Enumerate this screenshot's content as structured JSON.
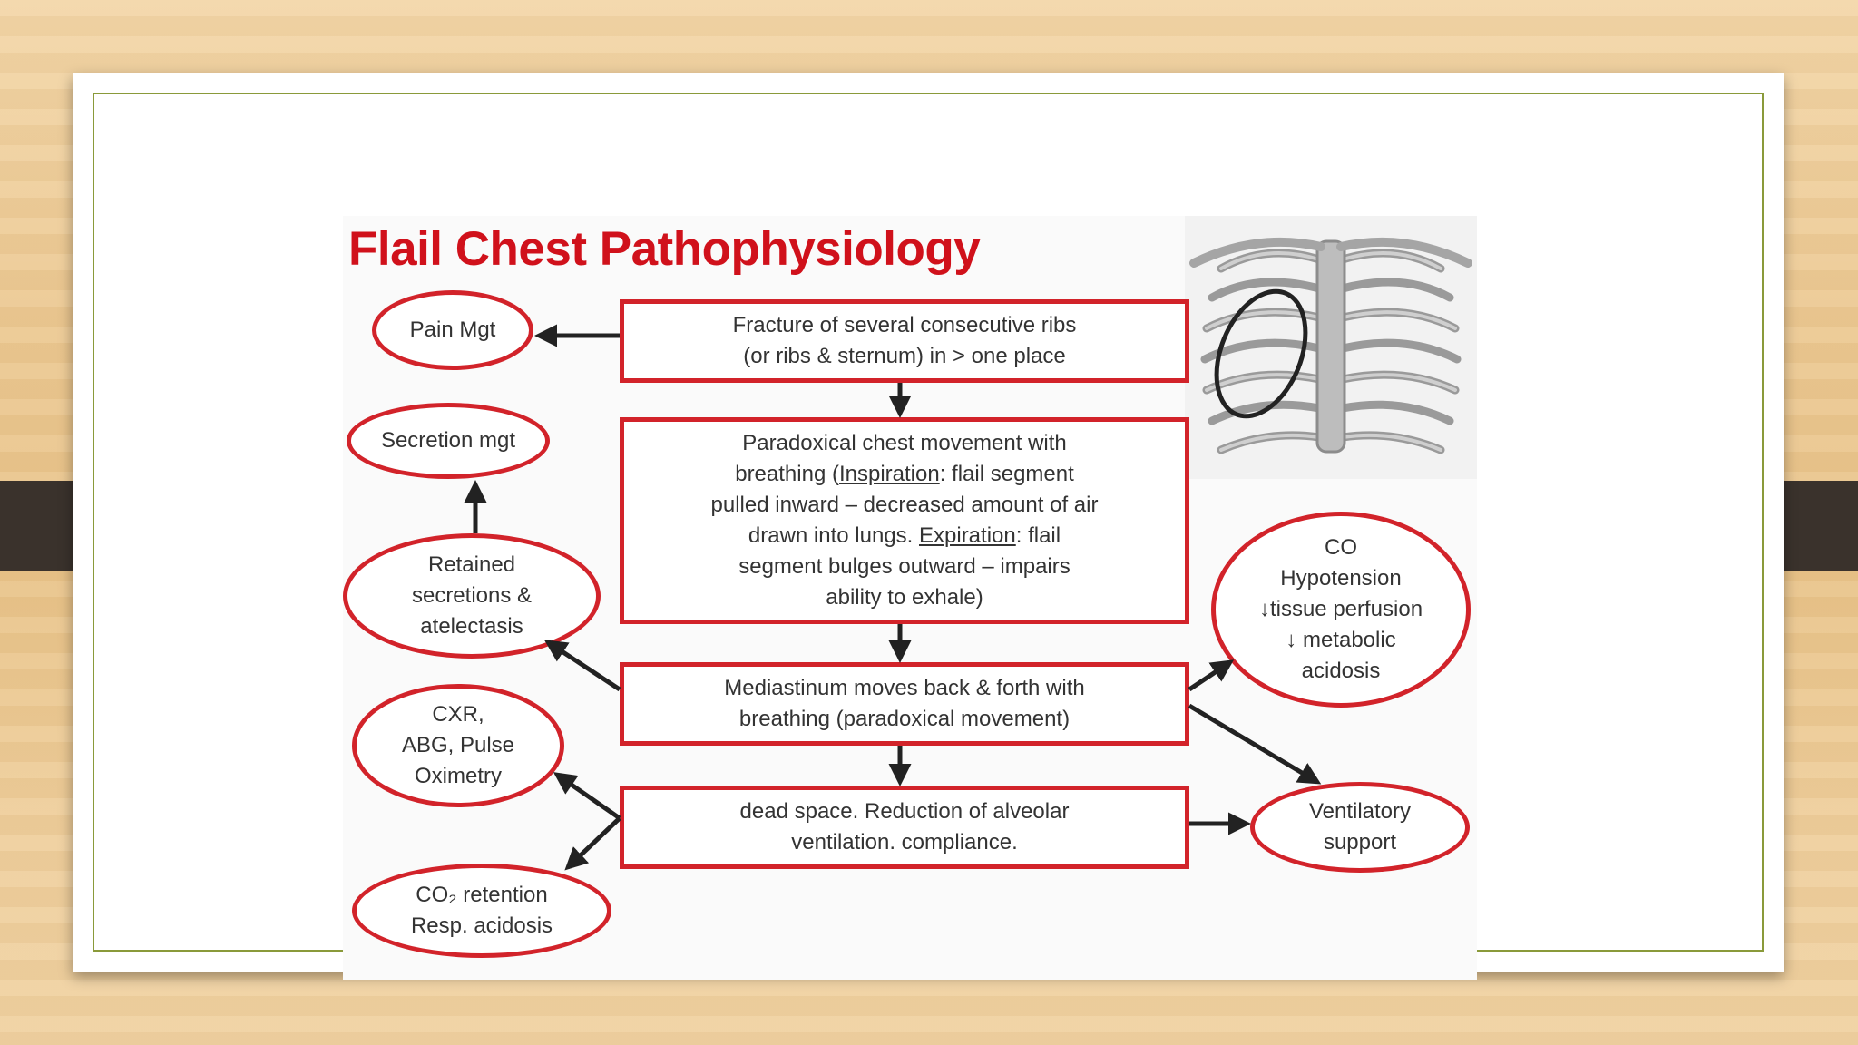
{
  "title": "Flail Chest Pathophysiology",
  "boxes": {
    "fracture": "Fracture of several consecutive ribs\n(or ribs & sternum) in > one place",
    "paradoxical": {
      "line1": "Paradoxical chest movement with",
      "line2_pre": "breathing  (",
      "inspiration": "Inspiration",
      "line2_post": ": flail segment",
      "line3": "pulled inward – decreased amount of air",
      "line4_pre": "drawn into lungs.  ",
      "expiration": "Expiration",
      "line4_post": ": flail",
      "line5": "segment bulges outward – impairs",
      "line6": "ability to exhale)"
    },
    "mediastinum": "Mediastinum moves back & forth with\nbreathing (paradoxical movement)",
    "dead_space": "dead space. Reduction of alveolar\nventilation.   compliance."
  },
  "ovals": {
    "pain": "Pain Mgt",
    "secretion": "Secretion mgt",
    "retained": "Retained\nsecretions &\natelectasis",
    "cxr": "CXR,\nABG, Pulse\nOximetry",
    "co2": "CO₂ retention\nResp. acidosis",
    "co": "CO\nHypotension\n↓tissue perfusion\n↓ metabolic\nacidosis",
    "ventilatory": "Ventilatory\nsupport"
  },
  "colors": {
    "accent_red": "#d2232a",
    "title_red": "#d0111b"
  }
}
